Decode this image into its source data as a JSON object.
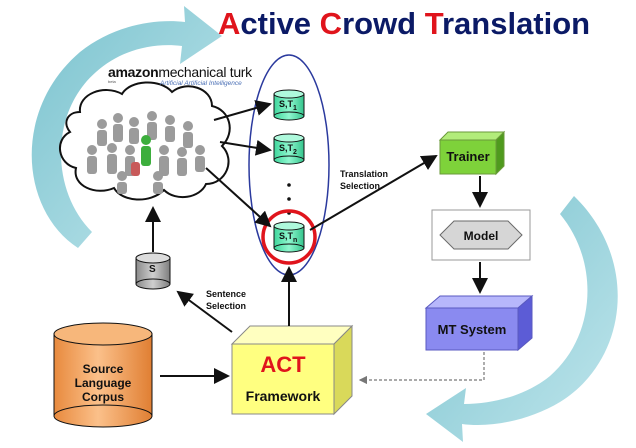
{
  "title": {
    "a": "A",
    "ctive": "ctive ",
    "c": "C",
    "rowd": "rowd ",
    "t": "T",
    "ranslation": "ranslation"
  },
  "amazon": {
    "brand_bold": "amazon",
    "brand_light": "mechanical turk",
    "tagline": "Artificial Artificial Intelligence",
    "beta": "beta"
  },
  "cylinders": {
    "s_label": "S",
    "st": [
      {
        "base": "S,T",
        "sub": "1"
      },
      {
        "base": "S,T",
        "sub": "2"
      },
      {
        "base": "S,T",
        "sub": "n"
      }
    ]
  },
  "labels": {
    "translation_selection_1": "Translation",
    "translation_selection_2": "Selection",
    "sentence_selection_1": "Sentence",
    "sentence_selection_2": "Selection"
  },
  "nodes": {
    "trainer": "Trainer",
    "model": "Model",
    "mt_system": "MT System",
    "act": "ACT",
    "framework": "Framework",
    "source_1": "Source",
    "source_2": "Language",
    "source_3": "Corpus"
  },
  "colors": {
    "title_red": "#e0141c",
    "title_navy": "#0b1a66",
    "cylinder_green": "#5ef0b8",
    "trainer_green": "#7ed23a",
    "act_yellow": "#ffff80",
    "act_red": "#e0141c",
    "corpus_orange": "#f5a35a",
    "mt_purple": "#8a8af0",
    "swirl_teal": "#8ecfd9",
    "ellipse_blue": "#2b3a9e",
    "highlight_red": "#e0141c"
  }
}
